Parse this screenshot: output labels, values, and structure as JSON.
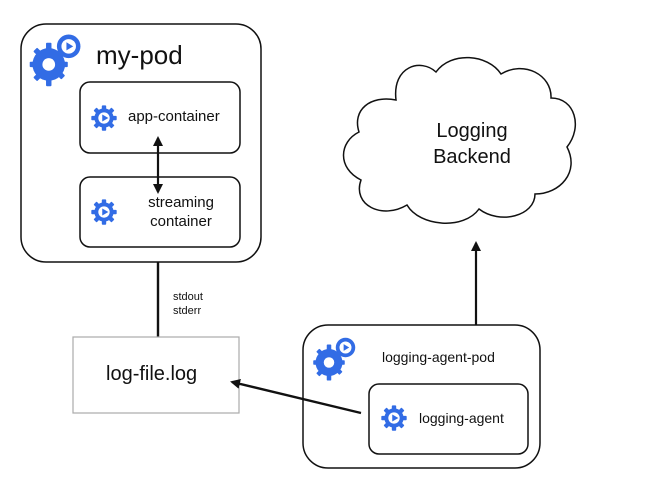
{
  "diagram": {
    "my_pod": {
      "title": "my-pod",
      "app_container": "app-container",
      "streaming_container_line1": "streaming",
      "streaming_container_line2": "container"
    },
    "streams": {
      "stdout": "stdout",
      "stderr": "stderr"
    },
    "log_file": "log-file.log",
    "logging_backend_line1": "Logging",
    "logging_backend_line2": "Backend",
    "logging_agent_pod": {
      "title": "logging-agent-pod",
      "agent": "logging-agent"
    },
    "colors": {
      "kube_blue": "#326ce5",
      "line": "#111111",
      "box_border": "#999999",
      "background": "#ffffff"
    },
    "icons": {
      "pod_icon": "gears-play-icon",
      "container_icon": "gear-play-icon"
    }
  }
}
